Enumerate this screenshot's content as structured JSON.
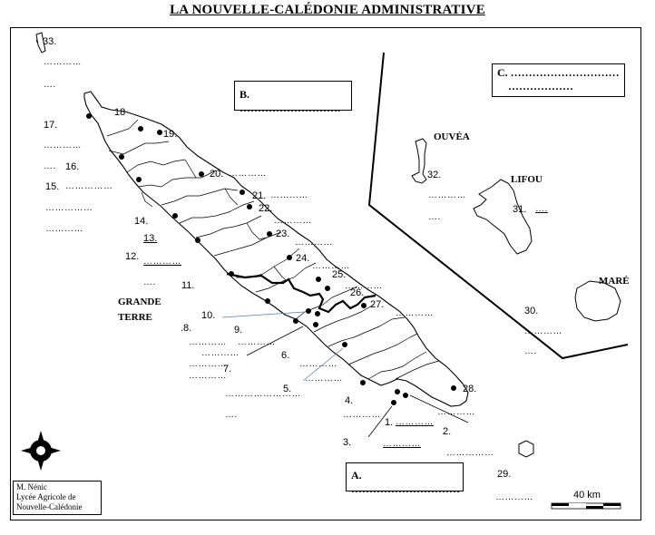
{
  "title": "LA NOUVELLE-CALÉDONIE ADMINISTRATIVE",
  "boxes": {
    "a": "A. …………………………",
    "b": "B. ……………………….",
    "c_line1": "C. …………………………",
    "c_line2": "………………"
  },
  "islands": {
    "ouvea": "OUVÉA",
    "lifou": "LIFOU",
    "mare": "MARÉ",
    "grande_terre_1": "GRANDE",
    "grande_terre_2": "TERRE"
  },
  "labels": {
    "n1": "1.",
    "n2": "2.",
    "n3": "3.",
    "n4": "4.",
    "n5": "5.",
    "n6": "6.",
    "n7": "7.",
    "n8": ".8.",
    "n9": "9.",
    "n10": "10.",
    "n11": "11.",
    "n12": "12.",
    "n13": "13.",
    "n14": "14.",
    "n15": "15.",
    "n16": "16.",
    "n17": "17.",
    "n18": "18",
    "n19": "19.",
    "n20": "20.",
    "n21": "21.",
    "n22": "22.",
    "n23": "23.",
    "n24": "24.",
    "n25": "25.",
    "n26": "26.",
    "n27": "27.",
    "n28": "28.",
    "n29": "29.",
    "n30": "30.",
    "n31": "31.",
    "n32": "32.",
    "n33": "33."
  },
  "blank": "…………",
  "blank_long": "……………",
  "blank_short": "….",
  "scale": "40 km",
  "credit": [
    "M. Nénic",
    "Lycée Agricole de",
    "Nouvelle-Calédonie"
  ]
}
